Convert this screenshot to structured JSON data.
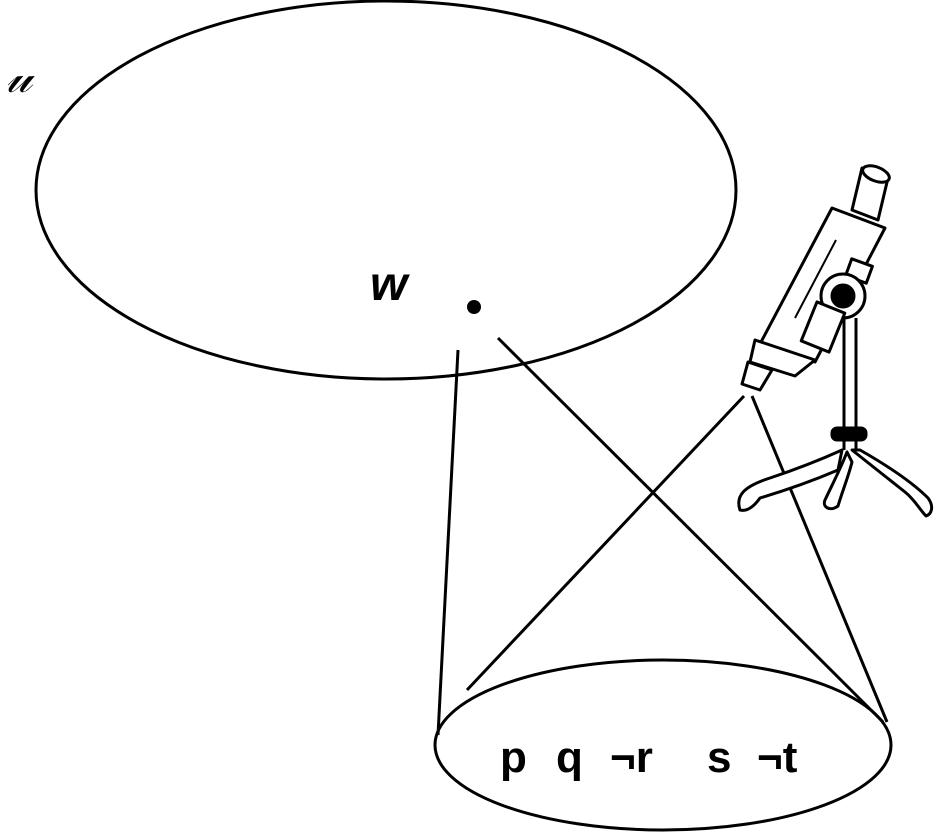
{
  "universe": {
    "label": "𝓊"
  },
  "world": {
    "label": "w"
  },
  "valuation": {
    "literals": [
      {
        "text": "p"
      },
      {
        "text": "q"
      },
      {
        "text": "¬r"
      },
      {
        "text": "s"
      },
      {
        "text": "¬t"
      }
    ]
  },
  "colors": {
    "ink": "#000000",
    "background": "#ffffff"
  },
  "icons": [
    "microscope-icon"
  ]
}
